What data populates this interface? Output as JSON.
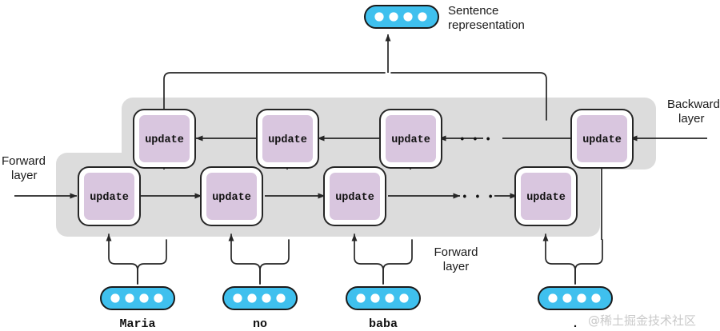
{
  "figure": {
    "title": "Bidirectional RNN sentence representation diagram",
    "background_color": "#ffffff"
  },
  "colors": {
    "cell_fill": "#d9c6df",
    "cell_stroke": "#262626",
    "cell_inner_white": "#ffffff",
    "layer_band": "#dcdcdc",
    "vector_fill": "#3fc0ee",
    "vector_dot": "#ffffff",
    "vector_stroke": "#1a1a1a",
    "arrow": "#262626",
    "text": "#1a1a1a",
    "watermark": "#c9c9c9"
  },
  "output": {
    "label_line1": "Sentence",
    "label_line2": "representation",
    "vector_name": "sentence-representation-vector",
    "dots": 4
  },
  "layers": {
    "forward": {
      "label_line1": "Forward",
      "label_line2": "layer",
      "inner_label_line1": "Forward",
      "inner_label_line2": "layer",
      "direction": "left-to-right"
    },
    "backward": {
      "label_line1": "Backward",
      "label_line2": "layer",
      "direction": "right-to-left"
    }
  },
  "cells": {
    "label": "update",
    "forward": [
      {
        "id": "fwd-1",
        "label": "update"
      },
      {
        "id": "fwd-2",
        "label": "update"
      },
      {
        "id": "fwd-3",
        "label": "update"
      },
      {
        "id": "fwd-4",
        "label": "update"
      }
    ],
    "backward": [
      {
        "id": "bwd-1",
        "label": "update"
      },
      {
        "id": "bwd-2",
        "label": "update"
      },
      {
        "id": "bwd-3",
        "label": "update"
      },
      {
        "id": "bwd-4",
        "label": "update"
      }
    ]
  },
  "ellipsis": {
    "glyph": "• • •",
    "forward_present": true,
    "backward_present": true
  },
  "inputs": [
    {
      "id": "input-1",
      "word": "Maria",
      "dots": 4
    },
    {
      "id": "input-2",
      "word": "no",
      "dots": 4
    },
    {
      "id": "input-3",
      "word": "baba",
      "dots": 4
    },
    {
      "id": "input-4",
      "word": ".",
      "dots": 4
    }
  ],
  "watermark": {
    "text": "@稀土掘金技术社区"
  }
}
